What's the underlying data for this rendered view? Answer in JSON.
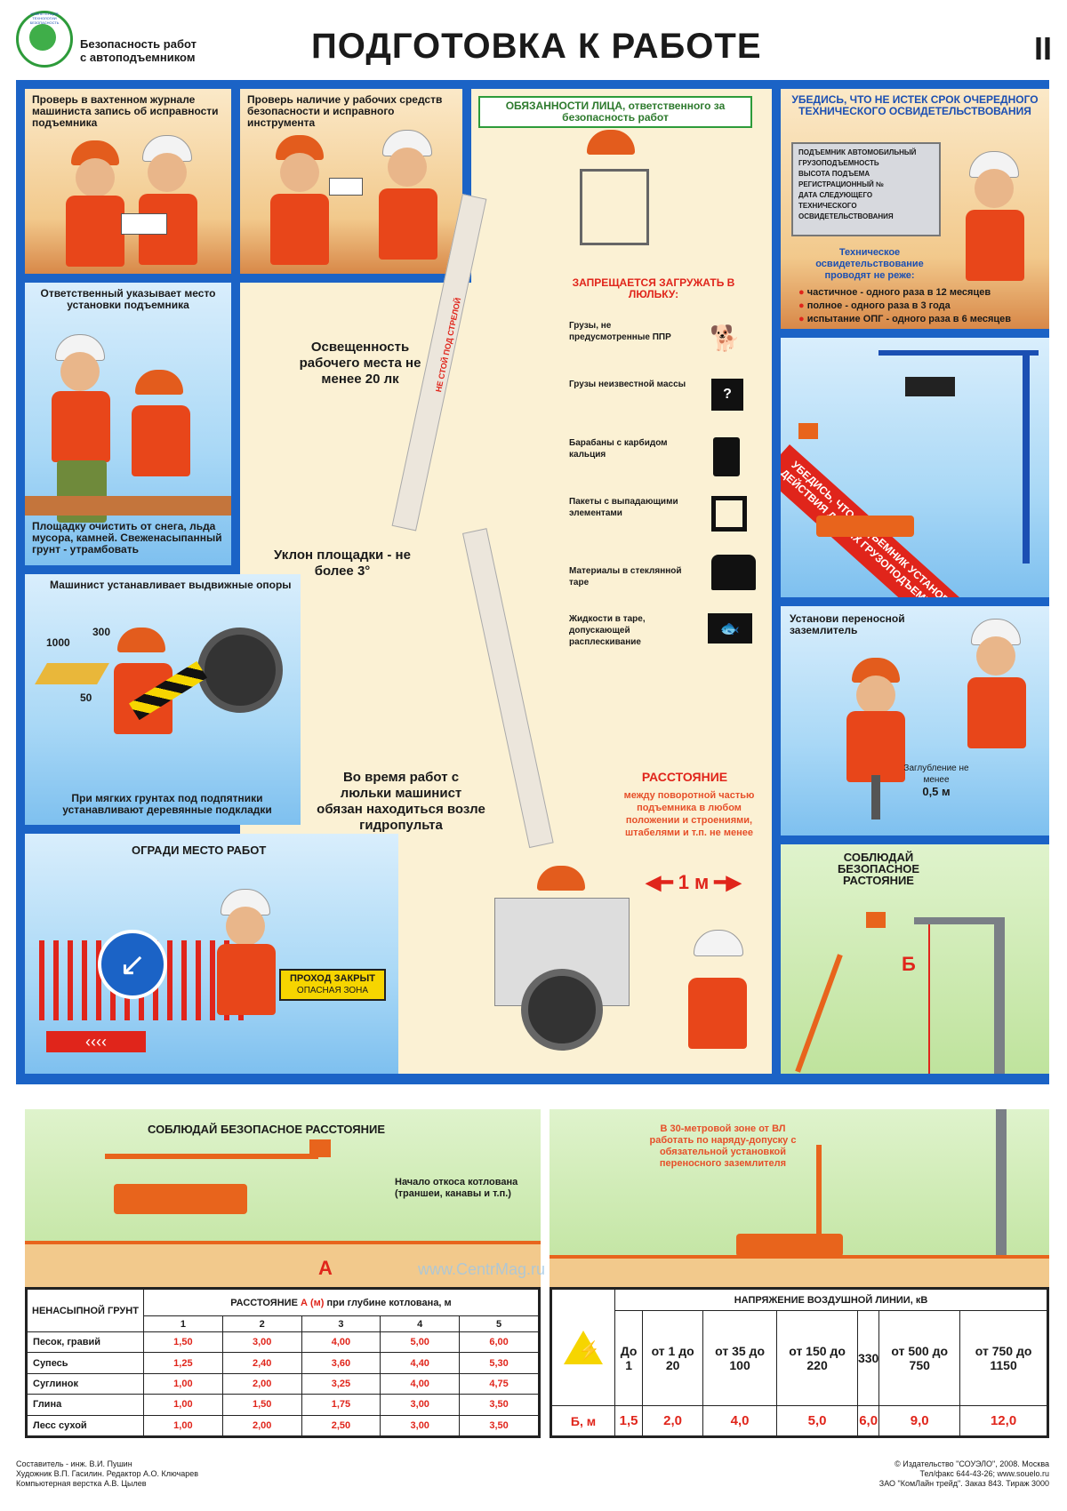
{
  "header": {
    "logo_text": "КОМПЕТЕНЦИЯ ТЕХНОЛОГИИ БЕЗОПАСНОСТЬ",
    "subtitle_line1": "Безопасность работ",
    "subtitle_line2": "с автоподъемником",
    "title": "ПОДГОТОВКА К РАБОТЕ",
    "sheet_number": "II"
  },
  "panels": {
    "journal": "Проверь в вахтенном журнале машиниста запись об исправности подъемника",
    "tools": "Проверь наличие у рабочих средств безопасности и исправного инструмента",
    "duties_title": "ОБЯЗАННОСТИ ЛИЦА, ответственного за безопасность работ",
    "inspection_title": "УБЕДИСЬ, ЧТО НЕ ИСТЕК СРОК ОЧЕРЕДНОГО ТЕХНИЧЕСКОГО ОСВИДЕТЕЛЬСТВОВАНИЯ",
    "plate": {
      "line1": "ПОДЪЕМНИК АВТОМОБИЛЬНЫЙ",
      "line2": "ГРУЗОПОДЪЕМНОСТЬ",
      "line3": "ВЫСОТА ПОДЪЕМА",
      "line4": "РЕГИСТРАЦИОННЫЙ №",
      "line5": "ДАТА СЛЕДУЮЩЕГО",
      "line6": "ТЕХНИЧЕСКОГО",
      "line7": "ОСВИДЕТЕЛЬСТВОВАНИЯ"
    },
    "inspection_sub": "Техническое освидетельствование проводят не реже:",
    "inspection_items": [
      "частичное - одного раза в 12 месяцев",
      "полное - одного раза в 3 года",
      "испытание ОПГ - одного раза в 6 месяцев"
    ],
    "site_title": "Ответственный указывает место установки подъемника",
    "site_caption": "Площадку очистить от снега, льда мусора, камней. Свеженасыпанный грунт - утрамбовать",
    "zone_banner": "УБЕДИСЬ, ЧТО ПОДЪЕМНИК УСТАНОВЛЕН ВНЕ ЗОНЫ ДЕЙСТВИЯ ДРУГИХ ГРУЗОПОДЪЕМНЫХ МЕХАНИЗМОВ",
    "outriggers_title": "Машинист устанавливает выдвижные опоры",
    "outriggers_caption": "При мягких грунтах под подпятники устанавливают деревянные подкладки",
    "pad_dim1": "1000",
    "pad_dim2": "300",
    "pad_dim3": "50",
    "ground_title": "Установи переносной заземлитель",
    "ground_depth": "Заглубление не менее",
    "ground_depth_val": "0,5 м",
    "fence_title": "ОГРАДИ МЕСТО РАБОТ",
    "fence_sign1": "ПРОХОД ЗАКРЫТ",
    "fence_sign2": "ОПАСНАЯ ЗОНА",
    "safe_dist_title": "СОБЛЮДАЙ БЕЗОПАСНОЕ РАСТОЯНИЕ",
    "safe_dist_label": "Б"
  },
  "center": {
    "lighting": "Освещенность рабочего места не менее 20 лк",
    "slope": "Уклон площадки - не более 3°",
    "operator": "Во время работ с люльки машинист обязан находиться возле гидропульта",
    "boom_text": "НЕ СТОЙ ПОД СТРЕЛОЙ",
    "forbidden_title": "ЗАПРЕЩАЕТСЯ ЗАГРУЖАТЬ В ЛЮЛЬКУ:",
    "forbidden_items": [
      "Грузы, не предусмотренные ППР",
      "Грузы неизвестной массы",
      "Барабаны с карбидом кальция",
      "Пакеты с выпадающими элементами",
      "Материалы в стеклянной таре",
      "Жидкости в таре, допускающей расплескивание"
    ],
    "distance_title": "РАССТОЯНИЕ",
    "distance_text": "между поворотной частью подъемника в любом положении и строениями, штабелями и т.п. не менее",
    "distance_value": "1 м"
  },
  "bottom_left": {
    "title": "СОБЛЮДАЙ БЕЗОПАСНОЕ РАССТОЯНИЕ",
    "slope_note": "Начало откоса котлована (траншеи, канавы и т.п.)",
    "label_a": "А",
    "table": {
      "row_header": "НЕНАСЫПНОЙ ГРУНТ",
      "col_header_prefix": "РАССТОЯНИЕ",
      "col_header_unit": "А (м)",
      "col_header_suffix": "при глубине котлована, м",
      "depths": [
        "1",
        "2",
        "3",
        "4",
        "5"
      ],
      "rows": [
        {
          "soil": "Песок, гравий",
          "values": [
            "1,50",
            "3,00",
            "4,00",
            "5,00",
            "6,00"
          ]
        },
        {
          "soil": "Супесь",
          "values": [
            "1,25",
            "2,40",
            "3,60",
            "4,40",
            "5,30"
          ]
        },
        {
          "soil": "Суглинок",
          "values": [
            "1,00",
            "2,00",
            "3,25",
            "4,00",
            "4,75"
          ]
        },
        {
          "soil": "Глина",
          "values": [
            "1,00",
            "1,50",
            "1,75",
            "3,00",
            "3,50"
          ]
        },
        {
          "soil": "Лесс сухой",
          "values": [
            "1,00",
            "2,00",
            "2,50",
            "3,00",
            "3,50"
          ]
        }
      ]
    }
  },
  "bottom_right": {
    "zone_note": "В 30-метровой зоне от ВЛ работать по наряду-допуску с обязательной установкой переносного заземлителя",
    "table": {
      "header": "НАПРЯЖЕНИЕ ВОЗДУШНОЙ ЛИНИИ, кВ",
      "voltages": [
        "До 1",
        "от 1 до 20",
        "от 35 до 100",
        "от 150 до 220",
        "330",
        "от 500 до 750",
        "от 750 до 1150"
      ],
      "row_label": "Б, м",
      "distances": [
        "1,5",
        "2,0",
        "4,0",
        "5,0",
        "6,0",
        "9,0",
        "12,0"
      ]
    }
  },
  "watermark": "www.CentrMag.ru",
  "footer": {
    "left1": "Составитель - инж. В.И. Пушин",
    "left2": "Художник В.П. Гасилин. Редактор А.О. Ключарев",
    "left3": "Компьютерная верстка А.В. Цылев",
    "right1": "© Издательство \"СОУЭЛО\", 2008. Москва",
    "right2": "Тел/факс 644-43-26; www.souelo.ru",
    "right3": "ЗАО \"КомЛайн трейд\". Заказ 843. Тираж 3000"
  },
  "colors": {
    "frame_blue": "#1b63c6",
    "accent_red": "#e0251b",
    "crane_orange": "#e8641c",
    "ground_green": "#bfe39d"
  }
}
